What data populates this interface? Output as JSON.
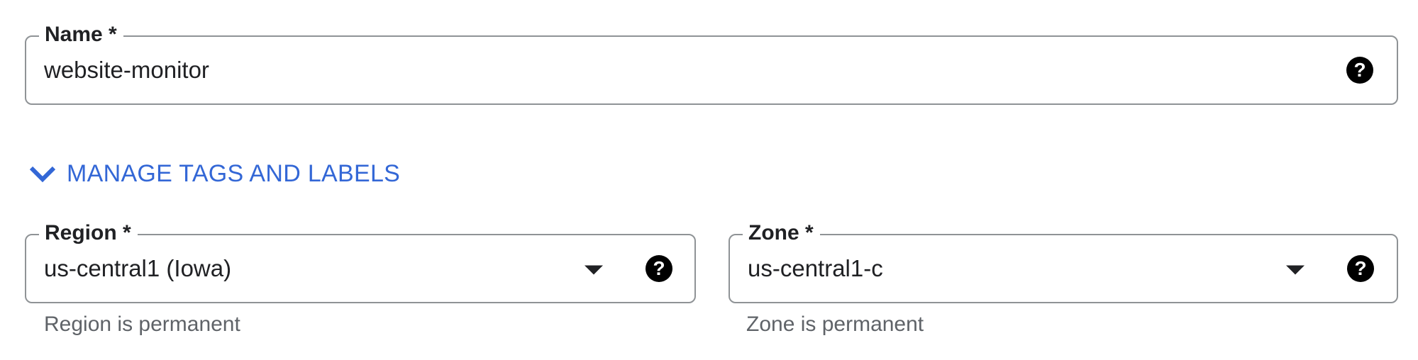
{
  "name_field": {
    "label": "Name *",
    "value": "website-monitor",
    "help_icon": "?"
  },
  "tags_toggle": {
    "label": "MANAGE TAGS AND LABELS",
    "icon": "chevron-down-icon",
    "color": "#3367d6"
  },
  "region_field": {
    "label": "Region *",
    "value": "us-central1 (Iowa)",
    "helper": "Region is permanent",
    "help_icon": "?"
  },
  "zone_field": {
    "label": "Zone *",
    "value": "us-central1-c",
    "helper": "Zone is permanent",
    "help_icon": "?"
  }
}
